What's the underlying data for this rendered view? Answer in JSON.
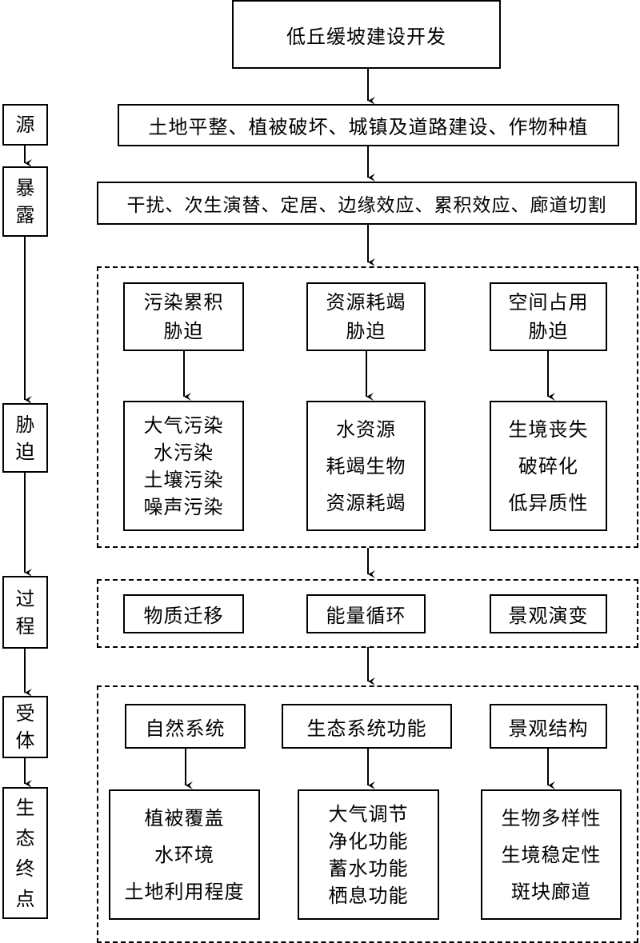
{
  "top": "低丘缓坡建设开发",
  "row_source": "土地平整、植被破坏、城镇及道路建设、作物种植",
  "row_exposure": "干扰、次生演替、定居、边缘效应、累积效应、廊道切割",
  "stress": [
    {
      "head": [
        "污染累积",
        "胁迫"
      ],
      "items": [
        "大气污染",
        "水污染",
        "土壤污染",
        "噪声污染"
      ]
    },
    {
      "head": [
        "资源耗竭",
        "胁迫"
      ],
      "items": [
        "水资源",
        "耗竭生物",
        "资源耗竭"
      ]
    },
    {
      "head": [
        "空间占用",
        "胁迫"
      ],
      "items": [
        "生境丧失",
        "破碎化",
        "低异质性"
      ]
    }
  ],
  "process": [
    "物质迁移",
    "能量循环",
    "景观演变"
  ],
  "receptor": [
    {
      "head": "自然系统",
      "items": [
        "植被覆盖",
        "水环境",
        "土地利用程度"
      ]
    },
    {
      "head": "生态系统功能",
      "items": [
        "大气调节",
        "净化功能",
        "蓄水功能",
        "栖息功能"
      ]
    },
    {
      "head": "景观结构",
      "items": [
        "生物多样性",
        "生境稳定性",
        "斑块廊道"
      ]
    }
  ],
  "left_labels": {
    "source": [
      "源"
    ],
    "exposure": [
      "暴",
      "露"
    ],
    "stress": [
      "胁",
      "迫"
    ],
    "process": [
      "过",
      "程"
    ],
    "receptor": [
      "受",
      "体"
    ],
    "endpoint": [
      "生",
      "态",
      "终",
      "点"
    ]
  }
}
